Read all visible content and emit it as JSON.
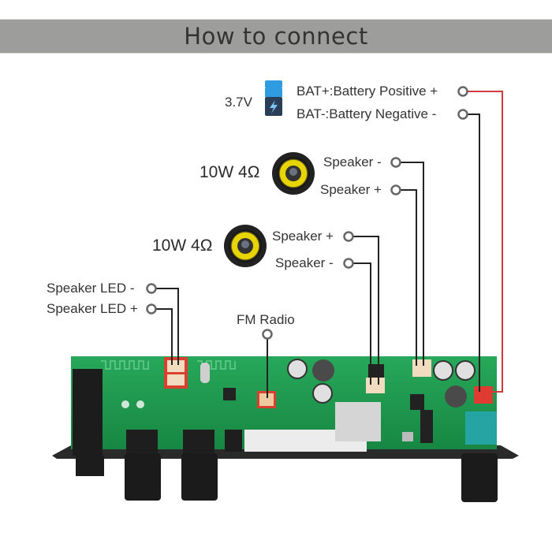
{
  "title": "How to connect",
  "battery": {
    "voltage": "3.7V",
    "icon": "battery-charging-icon",
    "positive_label": "BAT+:Battery Positive +",
    "negative_label": "BAT-:Battery Negative -",
    "positive_wire_color": "#d03a3a",
    "negative_wire_color": "#222222"
  },
  "speaker_1": {
    "rating": "10W 4Ω",
    "icon": "speaker-icon",
    "terminal_a": "Speaker -",
    "terminal_b": "Speaker +"
  },
  "speaker_2": {
    "rating": "10W 4Ω",
    "icon": "speaker-icon",
    "terminal_a": "Speaker +",
    "terminal_b": "Speaker -"
  },
  "speaker_led": {
    "negative_label": "Speaker LED -",
    "positive_label": "Speaker LED +"
  },
  "fm_radio": {
    "label": "FM Radio"
  },
  "colors": {
    "pcb": "#1f9a4e",
    "title_bar": "#9d9e9c",
    "connector_highlight": "#d9402f",
    "connector_body": "#f1dcc0",
    "speaker_cone": "#e8d400"
  }
}
